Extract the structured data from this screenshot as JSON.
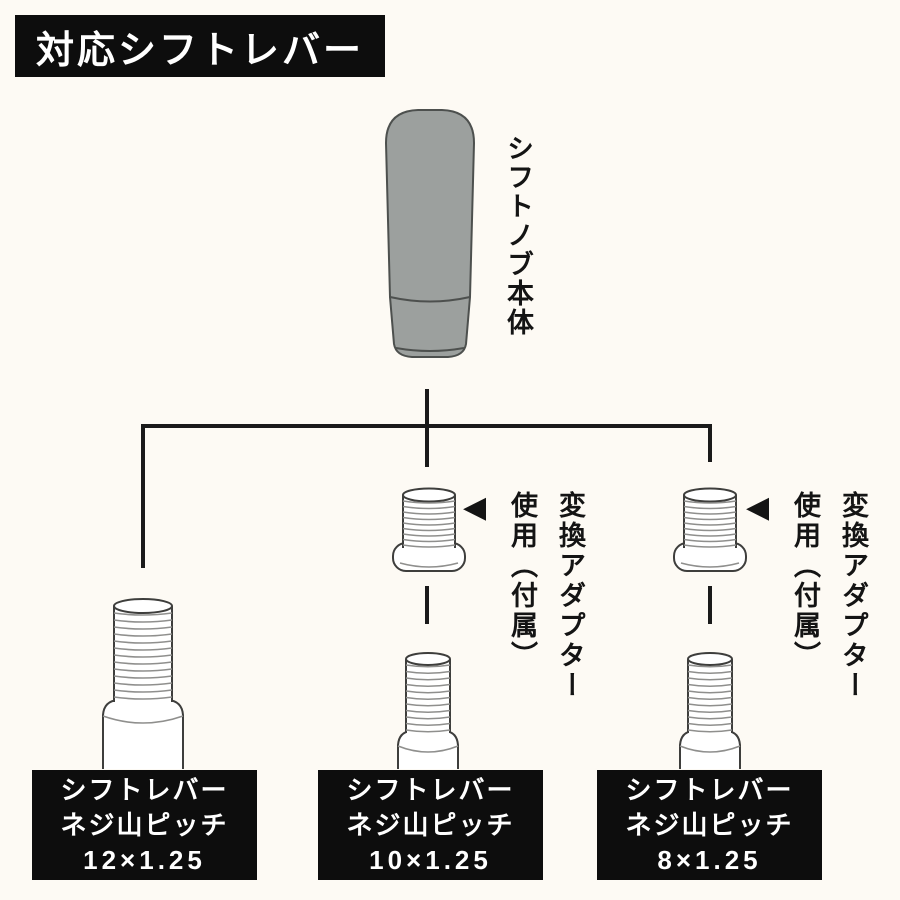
{
  "title": "対応シフトレバー",
  "knob": {
    "label": "シフトノブ本体"
  },
  "adapter_note": {
    "arrow": "◀",
    "col_right": "変換アダプター",
    "col_left": "使用（付属）"
  },
  "branches": [
    {
      "label_line1": "シフトレバー",
      "label_line2": "ネジ山ピッチ",
      "label_line3": "12×1.25"
    },
    {
      "label_line1": "シフトレバー",
      "label_line2": "ネジ山ピッチ",
      "label_line3": "10×1.25"
    },
    {
      "label_line1": "シフトレバー",
      "label_line2": "ネジ山ピッチ",
      "label_line3": "8×1.25"
    }
  ],
  "colors": {
    "background": "#fdfaf4",
    "label_bg": "#0d0d0d",
    "label_text": "#ffffff",
    "knob_fill": "#9ca09e",
    "outline": "#3e3e3c",
    "connector": "#1a1a1a"
  }
}
